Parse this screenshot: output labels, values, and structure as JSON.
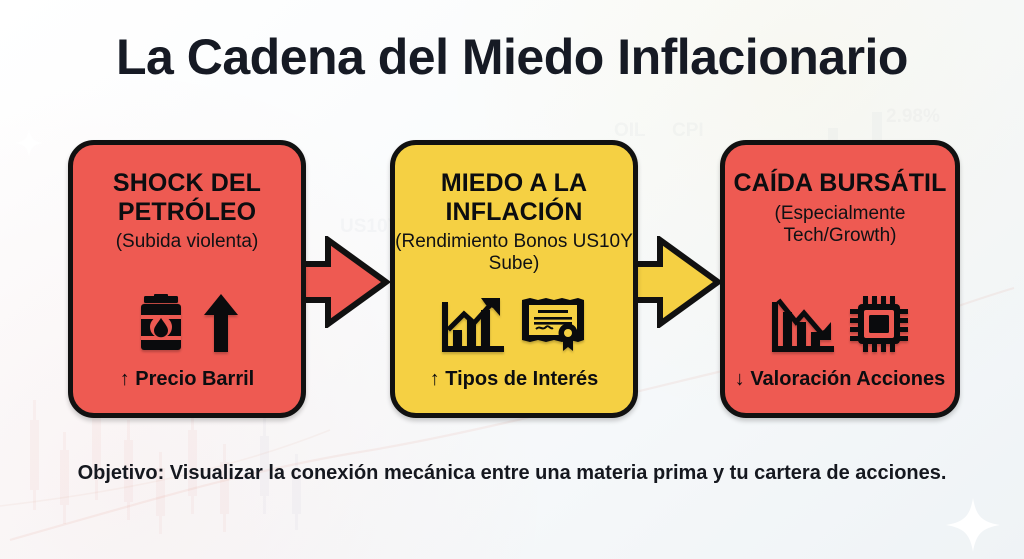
{
  "page": {
    "title": "La Cadena del Miedo Inflacionario",
    "caption": "Objetivo: Visualizar la conexión mecánica entre una materia prima y tu cartera de acciones.",
    "background_color": "#f7fafb",
    "title_color": "#161a24"
  },
  "flow": {
    "nodes": [
      {
        "id": "shock-petroleo",
        "title": "SHOCK DEL PETRÓLEO",
        "subtitle": "(Subida violenta)",
        "footer": "↑ Precio Barril",
        "color": "#ee5a52",
        "border_color": "#111111",
        "icons": [
          "oil-barrel-icon",
          "up-arrow-icon"
        ]
      },
      {
        "id": "miedo-inflacion",
        "title": "MIEDO A LA INFLACIÓN",
        "subtitle": "(Rendimiento Bonos US10Y Sube)",
        "footer": "↑ Tipos de Interés",
        "color": "#f5d043",
        "border_color": "#111111",
        "icons": [
          "rising-bar-chart-icon",
          "bond-certificate-icon"
        ]
      },
      {
        "id": "caida-bursatil",
        "title": "CAÍDA BURSÁTIL",
        "subtitle": "(Especialmente Tech/Growth)",
        "footer": "↓ Valoración Acciones",
        "color": "#ee5a52",
        "border_color": "#111111",
        "icons": [
          "falling-bar-chart-icon",
          "cpu-chip-icon"
        ]
      }
    ],
    "connectors": [
      {
        "id": "arrow-1",
        "from": "shock-petroleo",
        "to": "miedo-inflacion",
        "color": "#ee5a52"
      },
      {
        "id": "arrow-2",
        "from": "miedo-inflacion",
        "to": "caida-bursatil",
        "color": "#f5d043"
      }
    ]
  }
}
